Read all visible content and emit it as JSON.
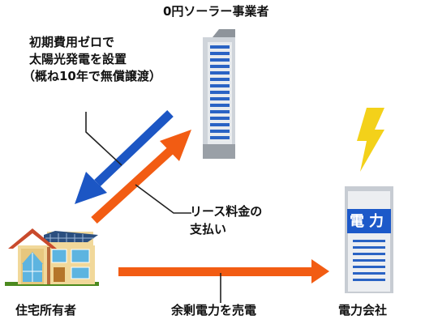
{
  "provider": {
    "label": "0円ソーラー事業者"
  },
  "homeowner": {
    "label": "住宅所有者"
  },
  "utility": {
    "label": "電力会社",
    "sign_text": "電力"
  },
  "flows": {
    "installation": {
      "lines": [
        "初期費用ゼロで",
        "太陽光発電を設置",
        "（概ね10年で無償譲渡）"
      ]
    },
    "lease": {
      "lines": [
        "リース料金の",
        "支払い"
      ]
    },
    "surplus_sale": {
      "label": "余剰電力を売電"
    }
  },
  "colors": {
    "blue_arrow": "#1c56c4",
    "orange_arrow": "#f25c13",
    "lightning": "#f3d11a"
  },
  "icons": {
    "provider_building": "office-building-icon",
    "house": "house-with-solar-panels-icon",
    "utility_building": "power-company-building-icon",
    "lightning": "lightning-bolt-icon"
  }
}
